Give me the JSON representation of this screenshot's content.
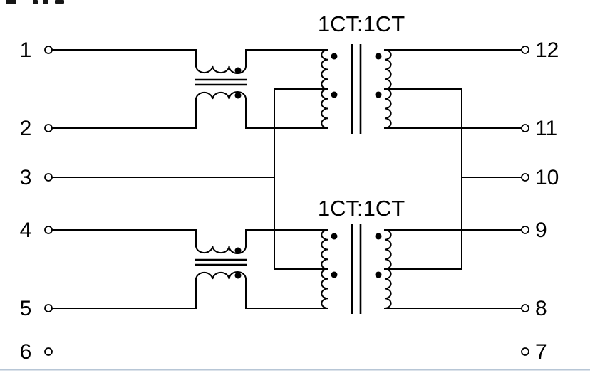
{
  "schematic": {
    "transformer_top": {
      "ratio_label": "1CT:1CT"
    },
    "transformer_bottom": {
      "ratio_label": "1CT:1CT"
    },
    "pins_left": [
      {
        "label": "1"
      },
      {
        "label": "2"
      },
      {
        "label": "3"
      },
      {
        "label": "4"
      },
      {
        "label": "5"
      },
      {
        "label": "6"
      }
    ],
    "pins_right": [
      {
        "label": "12"
      },
      {
        "label": "11"
      },
      {
        "label": "10"
      },
      {
        "label": "9"
      },
      {
        "label": "8"
      },
      {
        "label": "7"
      }
    ],
    "colors": {
      "wire": "#000000",
      "background": "#ffffff",
      "footer_rule": "#b7c6d6"
    }
  }
}
